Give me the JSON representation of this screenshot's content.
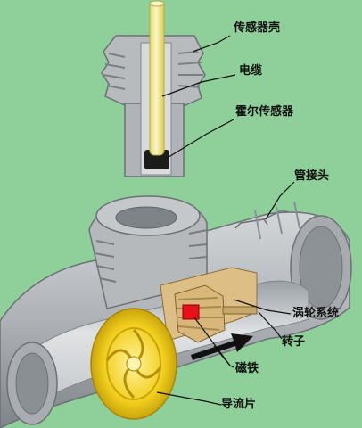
{
  "labels": {
    "sensor_shell": "传感器壳",
    "cable": "电缆",
    "hall_sensor": "霍尔传感器",
    "pipe_joint": "管接头",
    "turbine_system": "涡轮系统",
    "rotor": "转子",
    "magnet": "磁铁",
    "guide_vane": "导流片"
  },
  "colors": {
    "background": "#8fcf9a",
    "housing_gray": "#b5b8bc",
    "housing_dark": "#6e7378",
    "inner_wall": "#d6d8da",
    "cable_yellow": "#f3ec9a",
    "guide_vane_yellow": "#f2cf1d",
    "turbine_tan": "#d9b77a",
    "magnet_red": "#e8101a",
    "arrow": "#111111"
  }
}
